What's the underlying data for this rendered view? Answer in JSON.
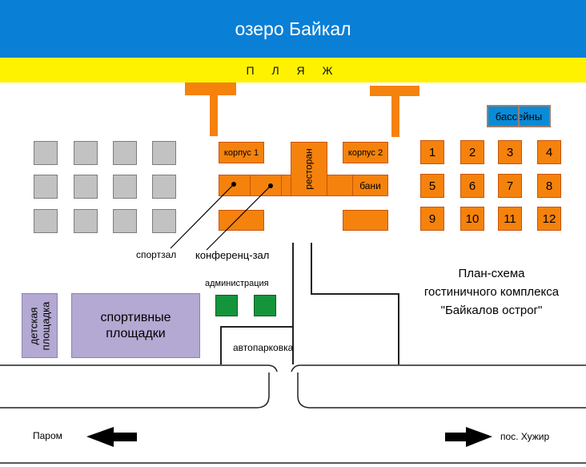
{
  "lake_label": "озеро Байкал",
  "beach_label": "П Л Я Ж",
  "buildings": {
    "korpus1": "корпус 1",
    "korpus2": "корпус 2",
    "restaurant": "ресторан",
    "banya": "бани",
    "pools": "бассейны"
  },
  "cottages": [
    "1",
    "2",
    "3",
    "4",
    "5",
    "6",
    "7",
    "8",
    "9",
    "10",
    "11",
    "12"
  ],
  "labels": {
    "gym": "спортзал",
    "conference": "конференц-зал",
    "administration": "администрация",
    "playground": "детская площадка",
    "sports_grounds": "спортивные площадки",
    "parking": "автопарковка"
  },
  "plan_title": {
    "line1": "План-схема",
    "line2": "гостиничного комплекса",
    "line3": "\"Байкалов острог\""
  },
  "directions": {
    "left": "Паром",
    "right": "пос. Хужир"
  },
  "colors": {
    "lake": "#0a7fd6",
    "beach": "#fff200",
    "buildings": "#f5820c",
    "empty_lots": "#c2c2c2",
    "administration": "#14953c",
    "sports": "#b3a9d2"
  }
}
